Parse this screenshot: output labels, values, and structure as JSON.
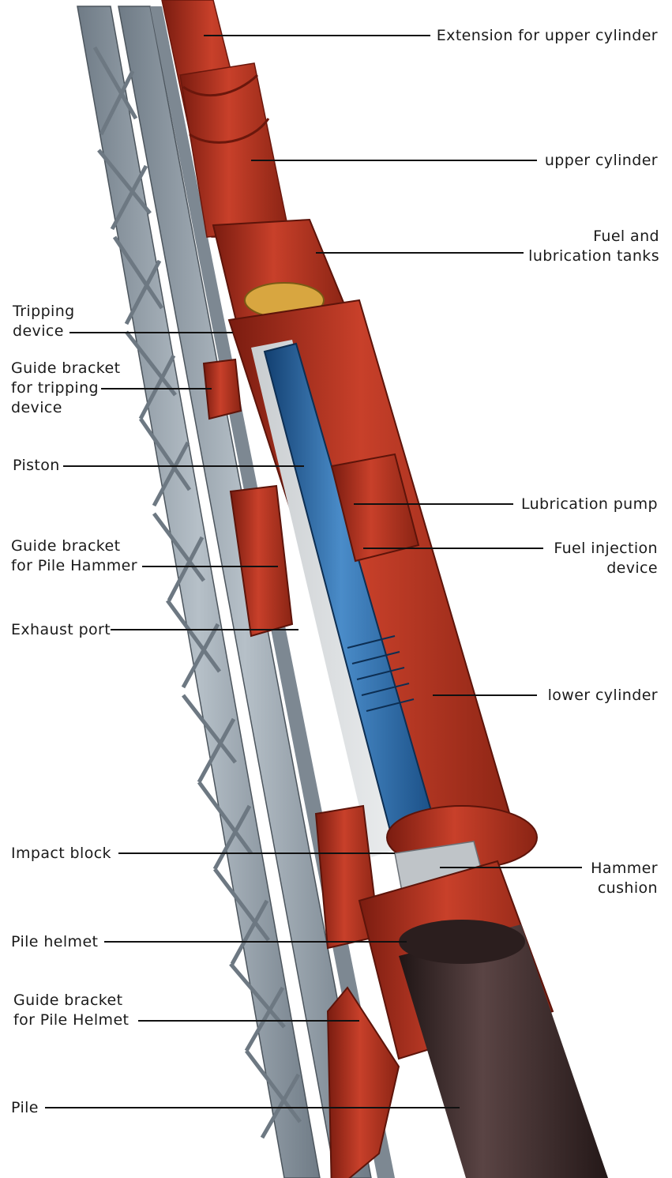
{
  "labels": {
    "extension_upper_cylinder": "Extension for upper cylinder",
    "upper_cylinder": "upper cylinder",
    "fuel_tanks": [
      "Fuel and",
      "lubrication tanks"
    ],
    "tripping_device": [
      "Tripping",
      "device"
    ],
    "guide_bracket_tripping": [
      "Guide bracket",
      "for tripping",
      "device"
    ],
    "piston": "Piston",
    "lubrication_pump": "Lubrication pump",
    "fuel_injection": [
      "Fuel injection",
      "device"
    ],
    "guide_bracket_hammer": [
      "Guide bracket",
      "for Pile Hammer"
    ],
    "exhaust_port": "Exhaust port",
    "lower_cylinder": "lower cylinder",
    "impact_block": "Impact block",
    "hammer_cushion": [
      "Hammer",
      "cushion"
    ],
    "pile_helmet": "Pile helmet",
    "guide_bracket_helmet": [
      "Guide bracket",
      "for Pile Helmet"
    ],
    "pile": "Pile"
  },
  "colors": {
    "hammer_red": "#b8321f",
    "hammer_red_dark": "#7a1c10",
    "piston_blue": "#1f5fa0",
    "piston_blue_light": "#4a8cc9",
    "lead_steel": "#8e9aa6",
    "lead_steel_dark": "#5d6873",
    "pile_dark": "#3a2a2a",
    "leader_line": "#111111"
  }
}
